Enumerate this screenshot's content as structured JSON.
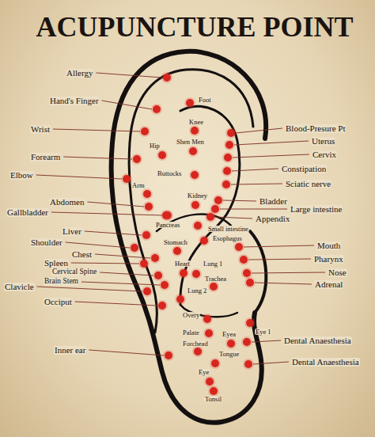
{
  "diagram": {
    "title": "ACUPUNCTURE POINT",
    "labels": [
      "Allergy",
      "Hand's Finger",
      "Wrist",
      "Forearm",
      "Elbow",
      "Abdomen",
      "Gallbladder",
      "Liver",
      "Shoulder",
      "Chest",
      "Spleen",
      "Cervical Spine",
      "Brain Stem",
      "Clavicle",
      "Occiput",
      "Inner ear",
      "Foot",
      "Knee",
      "Hip",
      "Shen Men",
      "Buttocks",
      "Arm",
      "Kidney",
      "Pancreas",
      "Stomach",
      "Small intestine",
      "Esophagus",
      "Heart",
      "Lung 1",
      "Trachea",
      "Lung 2",
      "Overy",
      "Palate",
      "Eyea",
      "Eye 1",
      "Forchead",
      "Tongue",
      "Eye",
      "Tonsil",
      "Blood-Presure Pt",
      "Uterus",
      "Cervix",
      "Constipation",
      "Sciatic nerve",
      "Bladder",
      "Large intestine",
      "Appendix",
      "Mouth",
      "Pharynx",
      "Nose",
      "Adrenal",
      "Dental Anaesthesia",
      "Dental Anaesthesia"
    ]
  }
}
